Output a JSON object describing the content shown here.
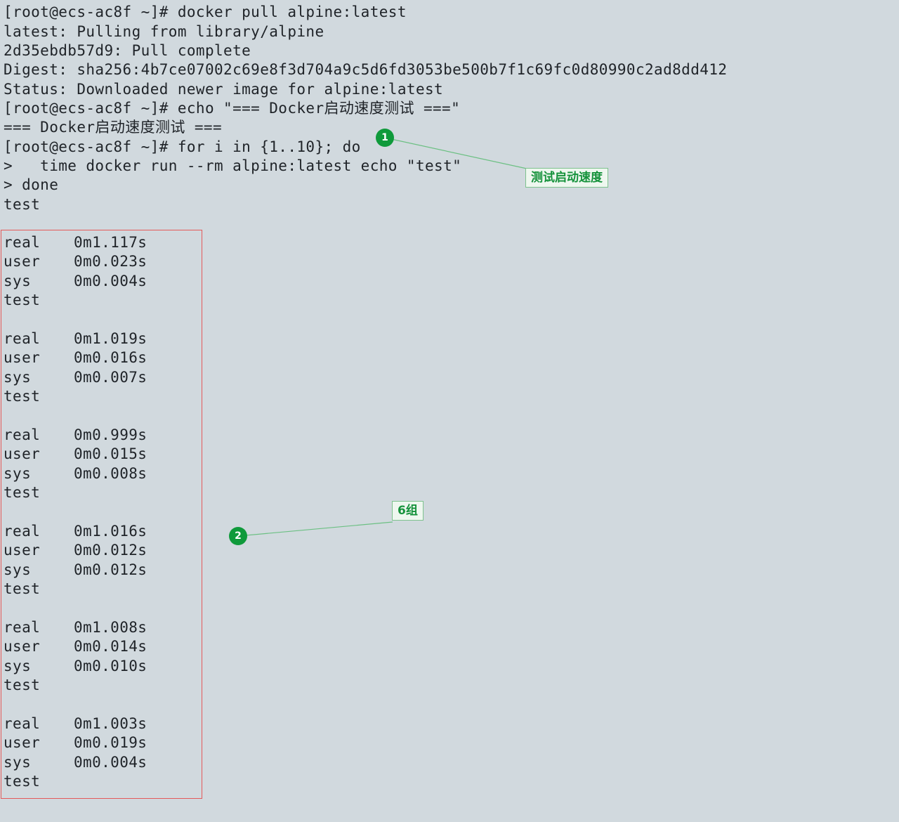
{
  "terminal": {
    "lines": [
      "[root@ecs-ac8f ~]# docker pull alpine:latest",
      "latest: Pulling from library/alpine",
      "2d35ebdb57d9: Pull complete",
      "Digest: sha256:4b7ce07002c69e8f3d704a9c5d6fd3053be500b7f1c69fc0d80990c2ad8dd412",
      "Status: Downloaded newer image for alpine:latest",
      "[root@ecs-ac8f ~]# echo \"=== Docker启动速度测试 ===\"",
      "=== Docker启动速度测试 ===",
      "[root@ecs-ac8f ~]# for i in {1..10}; do",
      ">   time docker run --rm alpine:latest echo \"test\"",
      "> done",
      "test"
    ],
    "timing_labels": {
      "real": "real",
      "user": "user",
      "sys": "sys",
      "test": "test"
    },
    "runs": [
      {
        "real": "0m1.117s",
        "user": "0m0.023s",
        "sys": "0m0.004s"
      },
      {
        "real": "0m1.019s",
        "user": "0m0.016s",
        "sys": "0m0.007s"
      },
      {
        "real": "0m0.999s",
        "user": "0m0.015s",
        "sys": "0m0.008s"
      },
      {
        "real": "0m1.016s",
        "user": "0m0.012s",
        "sys": "0m0.012s"
      },
      {
        "real": "0m1.008s",
        "user": "0m0.014s",
        "sys": "0m0.010s"
      },
      {
        "real": "0m1.003s",
        "user": "0m0.019s",
        "sys": "0m0.004s"
      }
    ]
  },
  "annotations": [
    {
      "number": "1",
      "label": "测试启动速度"
    },
    {
      "number": "2",
      "label": "6组"
    }
  ],
  "colors": {
    "background": "#d1d9de",
    "text": "#1f2328",
    "highlight_border": "#e45a5a",
    "annotation_green": "#0f9a3b",
    "callout_text": "#15923b"
  }
}
